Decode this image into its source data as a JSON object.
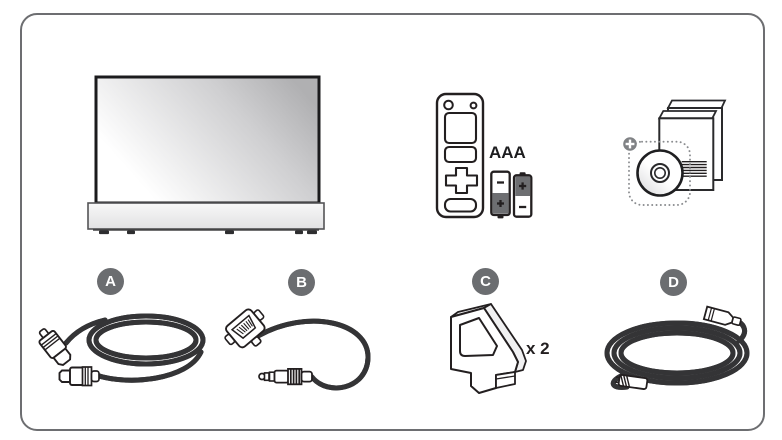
{
  "labels": {
    "battery_type": "AAA"
  },
  "top_items": [
    {
      "icon": "tv-icon"
    },
    {
      "icon": "remote-control-icon"
    },
    {
      "icon": "aaa-batteries-icon"
    },
    {
      "icon": "manuals-and-cd-icon"
    }
  ],
  "accessories": [
    {
      "id": "A",
      "icon": "hdmi-cable-icon"
    },
    {
      "id": "B",
      "icon": "dsub-to-audio-adapter-cable-icon"
    },
    {
      "id": "C",
      "icon": "mounting-bracket-icon",
      "quantity": "x 2"
    },
    {
      "id": "D",
      "icon": "power-cord-icon"
    }
  ],
  "colors": {
    "frame_border": "#6d6e71",
    "line_art": "#231f20",
    "badge_background": "#6b6d70",
    "badge_text": "#ffffff",
    "battery_gray": "#6d6e71",
    "cd_plus_badge": "#808285",
    "tv_screen_gradient_end": "#b5b5b6"
  }
}
